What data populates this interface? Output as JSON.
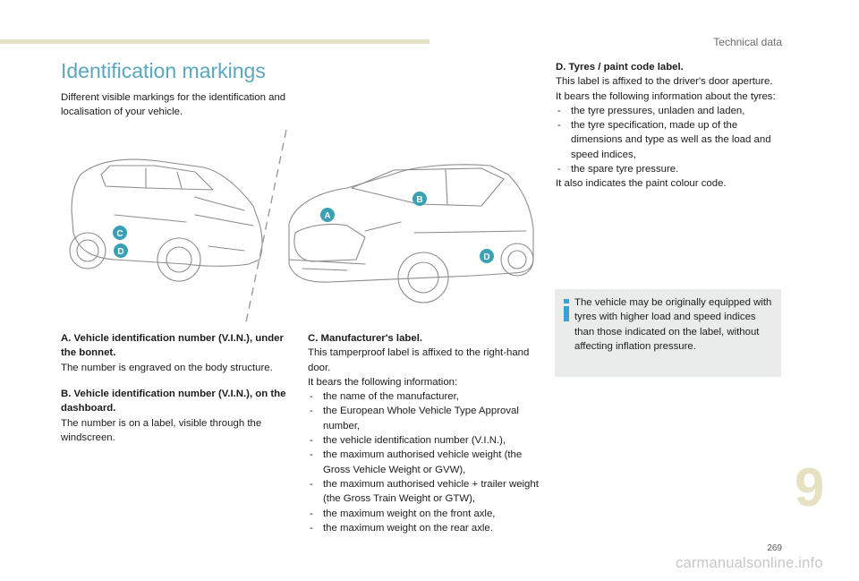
{
  "header": {
    "section": "Technical data",
    "title": "Identification markings",
    "intro": "Different visible markings for the identification and localisation of your vehicle."
  },
  "illustration": {
    "markers": [
      "A",
      "B",
      "C",
      "D"
    ],
    "marker_color": "#3aa0b3"
  },
  "items": {
    "a": {
      "heading": "A. Vehicle identification number (V.I.N.), under the bonnet.",
      "text": "The number is engraved on the body structure."
    },
    "b": {
      "heading": "B. Vehicle identification number (V.I.N.), on the dashboard.",
      "text": "The number is on a label, visible through the windscreen."
    },
    "c": {
      "heading": "C. Manufacturer's label.",
      "text": "This tamperproof label is affixed to the right-hand door.",
      "intro": "It bears the following information:",
      "list": [
        "the name of the manufacturer,",
        "the European Whole Vehicle Type Approval number,",
        "the vehicle identification number (V.I.N.),",
        "the maximum authorised vehicle weight (the Gross Vehicle Weight or GVW),",
        "the maximum authorised vehicle + trailer weight (the Gross Train Weight or GTW),",
        "the maximum weight on the front axle,",
        "the maximum weight on the rear axle."
      ]
    },
    "d": {
      "heading": "D. Tyres / paint code label.",
      "text": "This label is affixed to the driver's door aperture.",
      "intro": "It bears the following information about the tyres:",
      "list": [
        "the tyre pressures, unladen and laden,",
        "the tyre specification, made up of the dimensions and type as well as the load and speed indices,",
        "the spare tyre pressure."
      ],
      "outro": "It also indicates the paint colour code."
    }
  },
  "note": {
    "text": "The vehicle may be originally equipped with tyres with higher load and speed indices than those indicated on the label, without affecting inflation pressure."
  },
  "footer": {
    "chapter": "9",
    "page": "269",
    "watermark": "carmanualsonline.info"
  },
  "colors": {
    "accent": "#5aa6bf",
    "rule": "#e6e1c3",
    "note_bg": "#eaeceb",
    "info_icon": "#3aa0d5"
  }
}
